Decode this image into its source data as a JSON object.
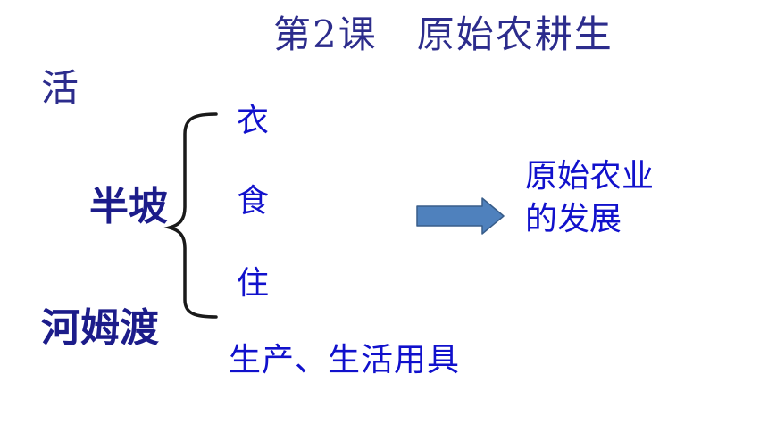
{
  "title": {
    "line1": "第2课　原始农耕生",
    "line2": "活"
  },
  "sites": {
    "banpo": "半坡",
    "hemudu": "河姆渡"
  },
  "aspects": {
    "clothing": "衣",
    "food": "食",
    "housing": "住",
    "tools": "生产、生活用具"
  },
  "conclusion": {
    "line1": "原始农业",
    "line2": "的发展"
  },
  "colors": {
    "title": "#2c2c8c",
    "site": "#1c1c8a",
    "body": "#1111cc",
    "arrow_fill": "#4f81bd",
    "arrow_stroke": "#385d8a",
    "brace": "#1a1a1a"
  },
  "icons": {
    "arrow": "right-arrow-icon",
    "brace": "left-curly-brace"
  }
}
